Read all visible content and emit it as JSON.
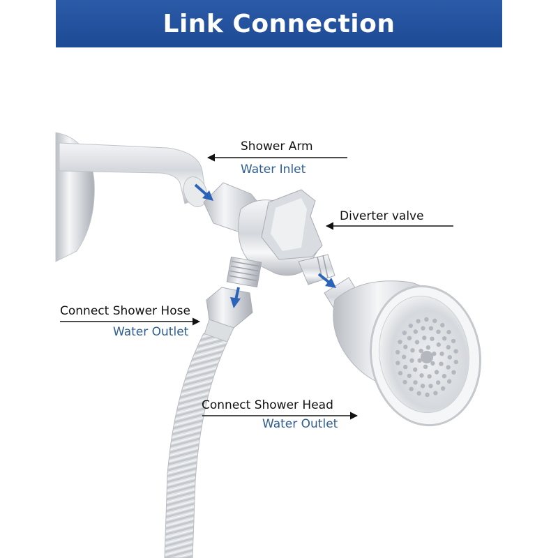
{
  "header": {
    "title": "Link Connection"
  },
  "callouts": {
    "shower_arm": {
      "label": "Shower Arm",
      "sub": "Water Inlet"
    },
    "diverter": {
      "label": "Diverter valve"
    },
    "hose": {
      "label": "Connect Shower Hose",
      "sub": "Water Outlet"
    },
    "head": {
      "label": "Connect Shower Head",
      "sub": "Water Outlet"
    }
  },
  "colors": {
    "banner": "#1d4a94",
    "sub_label": "#2f5d8f",
    "flow_arrow": "#2a63b8",
    "chrome": "#c9ccd1"
  }
}
